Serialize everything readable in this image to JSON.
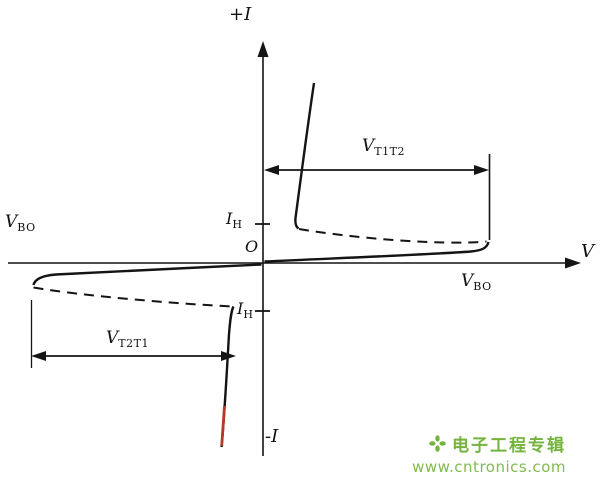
{
  "figure": {
    "background": "#ffffff",
    "curve_color": "#141414",
    "red_segment_color": "#b23a28",
    "axis": {
      "top_label": "+I",
      "bottom_label": "-I",
      "right_label": "V",
      "origin_label": "O"
    },
    "labels": {
      "vbo_left": {
        "main": "V",
        "sub": "BO"
      },
      "vbo_right": {
        "main": "V",
        "sub": "BO"
      },
      "ih_top": {
        "main": "I",
        "sub": "H"
      },
      "ih_bottom": {
        "main": "I",
        "sub": "H"
      },
      "vt1t2": {
        "main": "V",
        "sub": "T1T2"
      },
      "vt2t1": {
        "main": "V",
        "sub": "T2T1"
      }
    },
    "watermark": {
      "line1": "电子工程专辑",
      "line2": "www.cntronics.com",
      "color": "#74b33d"
    }
  }
}
